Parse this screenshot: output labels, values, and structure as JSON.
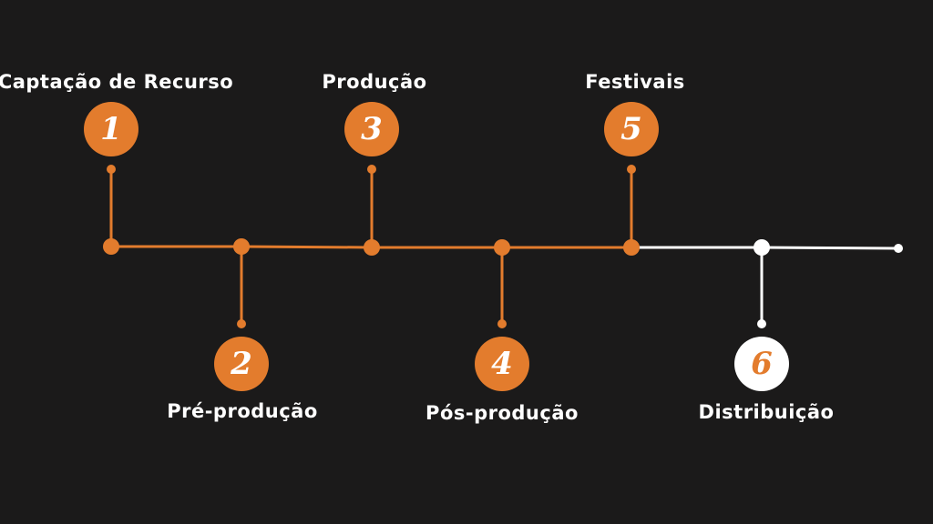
{
  "colors": {
    "background": "#1b1a1a",
    "accent": "#e37c2d",
    "pending": "#ffffff",
    "label_text": "#ffffff"
  },
  "steps": [
    {
      "number": "1",
      "label": "Captação de Recurso",
      "status": "done"
    },
    {
      "number": "2",
      "label": "Pré-produção",
      "status": "done"
    },
    {
      "number": "3",
      "label": "Produção",
      "status": "done"
    },
    {
      "number": "4",
      "label": "Pós-produção",
      "status": "done"
    },
    {
      "number": "5",
      "label": "Festivais",
      "status": "done"
    },
    {
      "number": "6",
      "label": "Distribuição",
      "status": "pending"
    }
  ]
}
